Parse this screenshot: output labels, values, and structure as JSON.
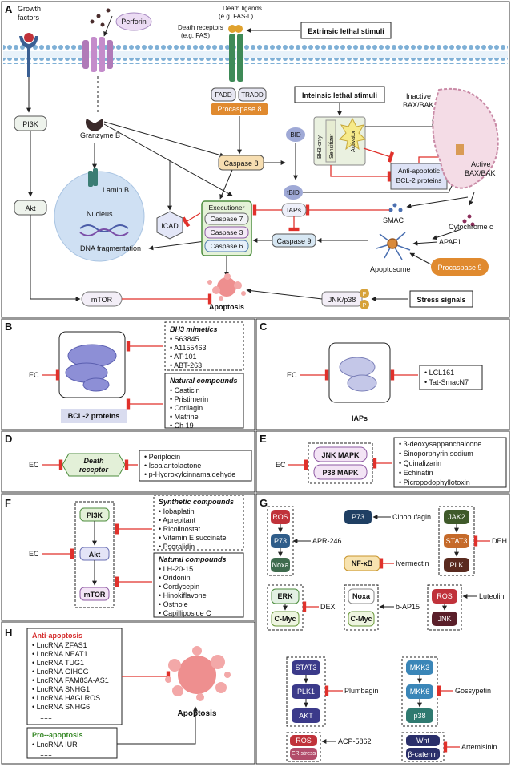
{
  "A": {
    "letter": "A",
    "growth_factors": [
      "Growth",
      "factors"
    ],
    "perforin": "Perforin",
    "death_ligands": [
      "Death ligands",
      "(e.g. FAS-L)"
    ],
    "death_receptors": [
      "Death receptors",
      "(e.g. FAS)"
    ],
    "extrinsic": "Extrinsic lethal stimuli",
    "intrinsic": "Inteinsic lethal stimuli",
    "fadd": "FADD",
    "tradd": "TRADD",
    "procaspase8": "Procaspase 8",
    "inactive_bax": [
      "Inactive",
      "BAX/BAK"
    ],
    "active_bax": [
      "Active",
      "BAX/BAK"
    ],
    "pi3k": "PI3K",
    "granzyme": "Granzyme B",
    "bid": "BID",
    "bh3only": "BH3-only",
    "sensitizer": "Sensitizer",
    "activator": "Activator",
    "anti_bcl2": [
      "Anti-apoptotic",
      "BCL-2 proteins"
    ],
    "caspase8": "Caspase 8",
    "tbid": "tBID",
    "lamin": "Lamin B",
    "nucleus": "Nucleus",
    "akt": "Akt",
    "executioner": "Executioner",
    "casp7": "Caspase 7",
    "casp3": "Caspase 3",
    "casp6": "Caspase 6",
    "iaps": "IAPs",
    "smac": "SMAC",
    "cytoc": "Cytochrome c",
    "icad": "ICAD",
    "apaf1": "APAF1",
    "casp9": "Caspase 9",
    "dna_frag": "DNA fragmentation",
    "apoptosome": "Apoptosome",
    "procasp9": "Procaspase 9",
    "mtor": "mTOR",
    "apoptosis": "Apoptosis",
    "jnk": "JNK/p38",
    "p": "P",
    "stress": "Stress signals"
  },
  "B": {
    "letter": "B",
    "ec": "EC",
    "protein": "BCL-2 proteins",
    "bh3_title": "BH3 mimetics",
    "bh3_items": [
      "S63845",
      "A1155463",
      "AT-101",
      "ABT-263"
    ],
    "nat_title": "Natural compounds",
    "nat_items": [
      "Casticin",
      "Pristimerin",
      "Corilagin",
      "Matrine",
      "Ch 19"
    ]
  },
  "C": {
    "letter": "C",
    "ec": "EC",
    "protein": "IAPs",
    "items": [
      "LCL161",
      "Tat-SmacN7"
    ]
  },
  "D": {
    "letter": "D",
    "ec": "EC",
    "receptor": [
      "Death",
      "receptor"
    ],
    "items": [
      "Periplocin",
      "Isoalantolactone",
      "p-Hydroxylcinnamaldehyde"
    ]
  },
  "E": {
    "letter": "E",
    "ec": "EC",
    "jnk": "JNK MAPK",
    "p38": "P38 MAPK",
    "items": [
      "3-deoxysappanchalcone",
      "Sinoporphyrin sodium",
      "Quinalizarin",
      "Echinatin",
      "Picropodophyllotoxin"
    ]
  },
  "F": {
    "letter": "F",
    "ec": "EC",
    "pi3k": "PI3K",
    "akt": "Akt",
    "mtor": "mTOR",
    "syn_title": "Synthetic compounds",
    "syn_items": [
      "Iobaplatin",
      "Aprepitant",
      "Ricolinostat",
      "Vitamin E succinate",
      "Psoralidin"
    ],
    "nat_title": "Natural compounds",
    "nat_items": [
      "LH-20-15",
      "Oridonin",
      "Cordycepin",
      "Hinokiflavone",
      "Osthole",
      "Capilliposide C"
    ]
  },
  "G": {
    "letter": "G",
    "ros": "ROS",
    "p73": "P73",
    "noxa": "Noxa",
    "apr": "APR-246",
    "cino": "Cinobufagin",
    "jak2": "JAK2",
    "stat3": "STAT3",
    "plk": "PLK",
    "deh": "DEH",
    "nfkb": "NF-κB",
    "iver": "Ivermectin",
    "erk": "ERK",
    "cmyc": "C-Myc",
    "dex": "DEX",
    "bap": "b-AP15",
    "jnk": "JNK",
    "luteolin": "Luteolin",
    "plk1": "PLK1",
    "akt": "AKT",
    "plumbagin": "Plumbagin",
    "mkk3": "MKK3",
    "mkk6": "MKK6",
    "p38": "p38",
    "gossypetin": "Gossypetin",
    "er": [
      "ER",
      "stress"
    ],
    "acp": "ACP-5862",
    "wnt": "Wnt",
    "bcat": "β-catenin",
    "artemisinin": "Artemisinin"
  },
  "H": {
    "letter": "H",
    "anti_title": "Anti-apoptosis",
    "anti_items": [
      "LncRNA ZFAS1",
      "LncRNA NEAT1",
      "LncRNA TUG1",
      "LncRNA GIHCG",
      "LncRNA FAM83A-AS1",
      "LncRNA SNHG1",
      "LncRNA HAGLROS",
      "LncRNA SNHG6",
      "......"
    ],
    "pro_title": "Pro--apoptosis",
    "pro_items": [
      "LncRNA IUR",
      "......"
    ],
    "apoptosis": "Apoptosis"
  },
  "colors": {
    "inhibit": "#e0312b",
    "panel_border": "#333333",
    "membrane": "#8fb8d8",
    "caspase_fill": "#f7deb1",
    "procasp": "#e08a2f"
  }
}
